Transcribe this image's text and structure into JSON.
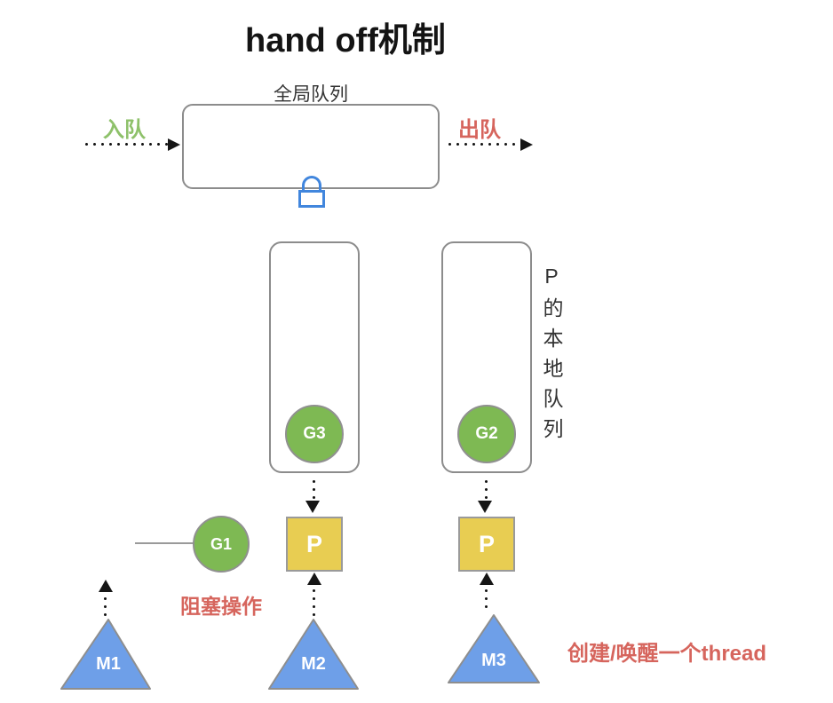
{
  "title": "hand off机制",
  "colors": {
    "goroutine_green": "#7eb953",
    "processor_yellow": "#e8cd52",
    "machine_blue": "#6e9fe8",
    "lock_blue": "#4186dd",
    "enqueue_green": "#8ec16a",
    "annotation_red": "#d6655d",
    "outline_gray": "#8c8c8c",
    "arrow_black": "#161616"
  },
  "global_queue": {
    "label": "全局队列",
    "enqueue_label": "入队",
    "dequeue_label": "出队",
    "lock_icon": "lock-icon"
  },
  "local_queue_section": {
    "side_label": "P的本地队列",
    "queues": [
      {
        "goroutine": "G3"
      },
      {
        "goroutine": "G2"
      }
    ]
  },
  "processors": [
    {
      "label": "P"
    },
    {
      "label": "P"
    }
  ],
  "blocked": {
    "goroutine": "G1",
    "note": "阻塞操作"
  },
  "machines": [
    {
      "label": "M1"
    },
    {
      "label": "M2"
    },
    {
      "label": "M3"
    }
  ],
  "thread_note": "创建/唤醒一个thread"
}
